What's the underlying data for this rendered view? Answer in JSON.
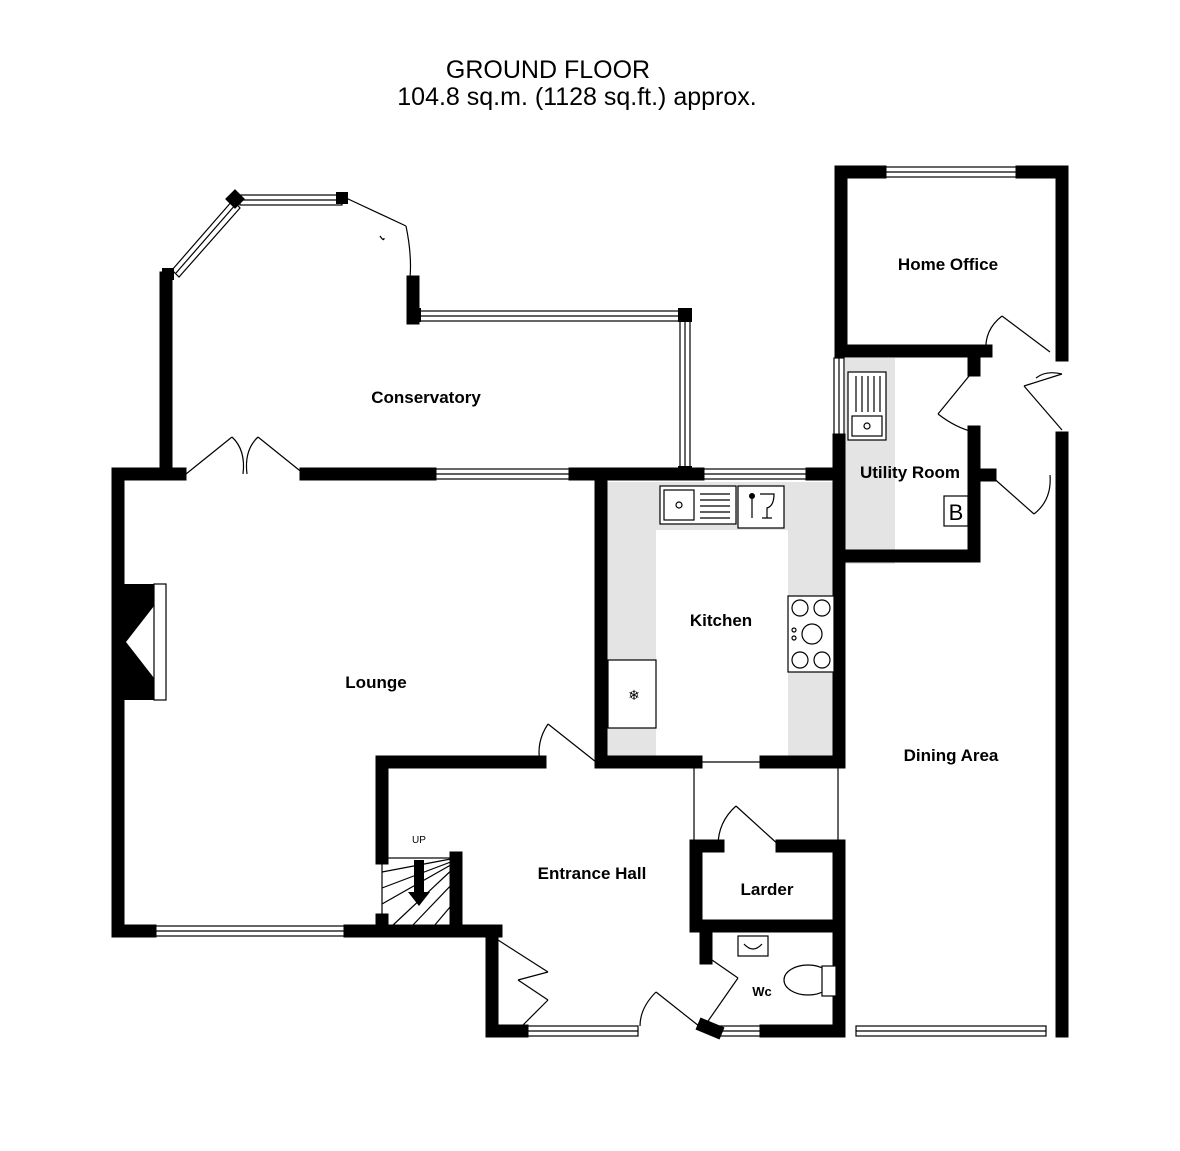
{
  "header": {
    "title": "GROUND FLOOR",
    "subtitle": "104.8 sq.m. (1128 sq.ft.) approx."
  },
  "rooms": {
    "home_office": "Home Office",
    "conservatory": "Conservatory",
    "utility_room": "Utility Room",
    "kitchen": "Kitchen",
    "lounge": "Lounge",
    "dining_area": "Dining Area",
    "entrance_hall": "Entrance Hall",
    "larder": "Larder",
    "wc": "Wc"
  },
  "labels": {
    "stairs_up": "UP",
    "boiler": "B"
  },
  "colors": {
    "wall": "#000000",
    "worktop": "#e4e4e4",
    "background": "#ffffff"
  }
}
